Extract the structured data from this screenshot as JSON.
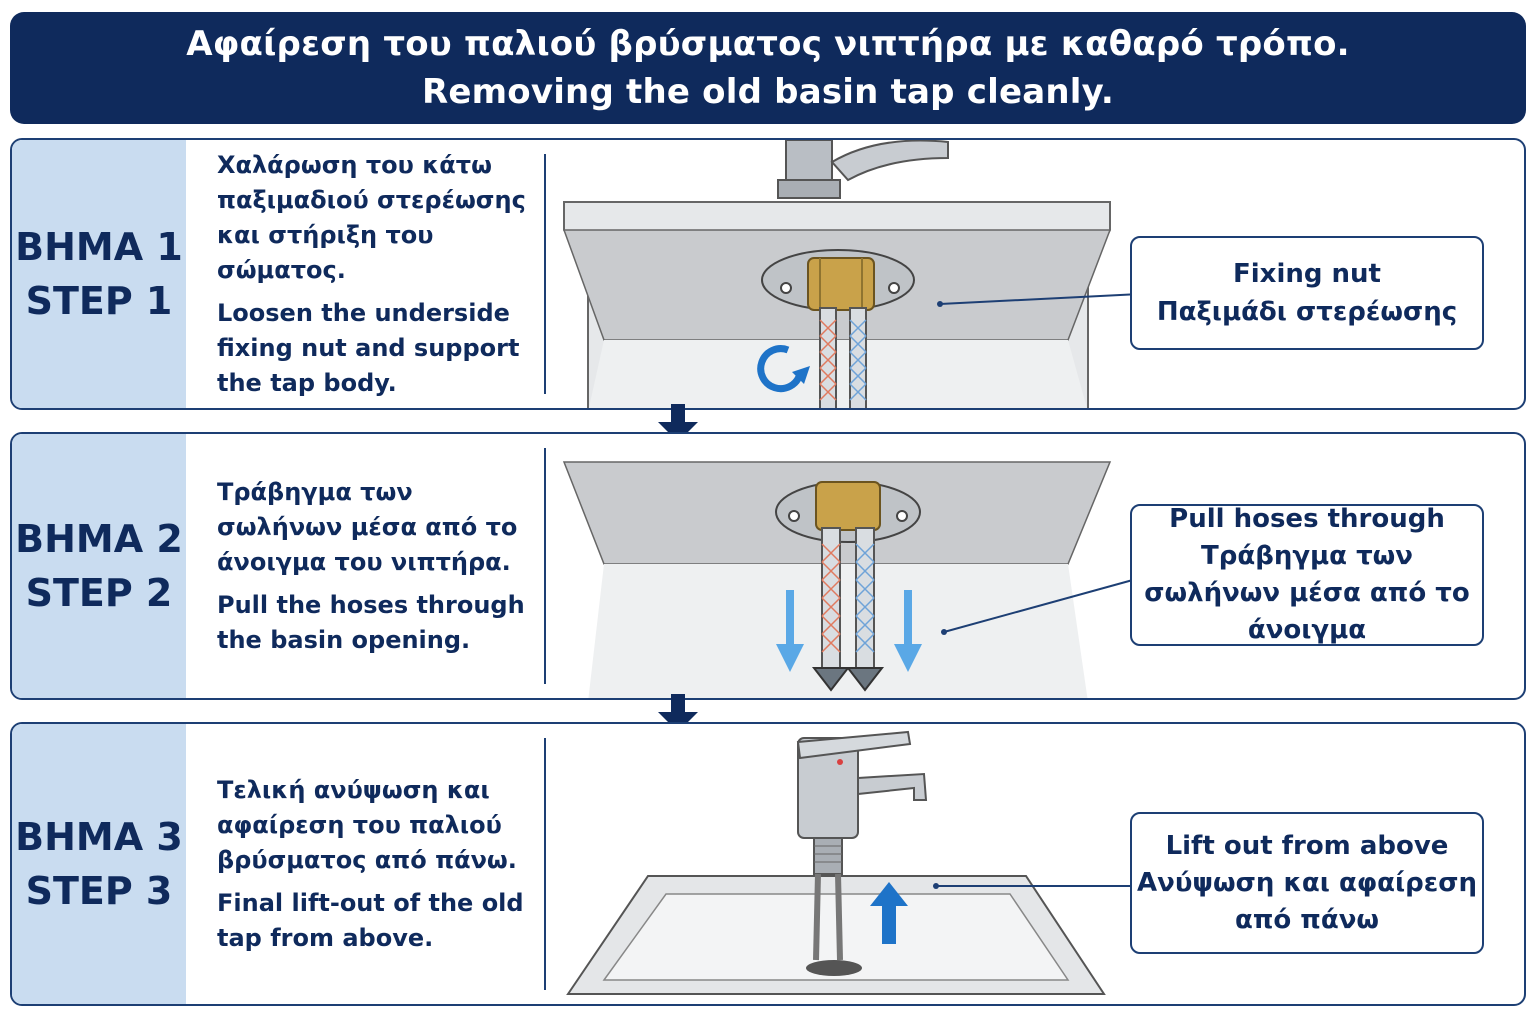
{
  "header": {
    "title_gr": "Αφαίρεση του παλιού βρύσματος νιπτήρα με καθαρό τρόπο.",
    "title_en": "Removing the old basin tap cleanly."
  },
  "steps": [
    {
      "label_gr": "ΒΗΜΑ 1",
      "label_en": "STEP 1",
      "text_gr": "Χαλάρωση του κάτω παξιμαδιού στερέωσης και στήριξη του σώματος.",
      "text_en": "Loosen the underside fixing nut and support the tap body.",
      "callout_en": "Fixing nut",
      "callout_gr": "Παξιμάδι στερέωσης"
    },
    {
      "label_gr": "ΒΗΜΑ 2",
      "label_en": "STEP 2",
      "text_gr": "Τράβηγμα των σωλήνων μέσα από το άνοιγμα του νιπτήρα.",
      "text_en": "Pull the hoses through the basin opening.",
      "callout_en": "Pull hoses through",
      "callout_gr": "Τράβηγμα των σωλήνων μέσα από το άνοιγμα"
    },
    {
      "label_gr": "ΒΗΜΑ 3",
      "label_en": "STEP 3",
      "text_gr": "Τελική ανύψωση και αφαίρεση του παλιού βρύσματος από πάνω.",
      "text_en": "Final lift-out of the old tap from above.",
      "callout_en": "Lift out from above",
      "callout_gr": "Ανύψωση και αφαίρεση από πάνω"
    }
  ],
  "colors": {
    "navy": "#0f2a5c",
    "side_panel": "#c9dcf0",
    "arrow_blue": "#1e73c8",
    "brass": "#c9a24a"
  },
  "icons": [
    "rotate-arrow-icon",
    "down-arrow-icon",
    "up-arrow-icon"
  ]
}
